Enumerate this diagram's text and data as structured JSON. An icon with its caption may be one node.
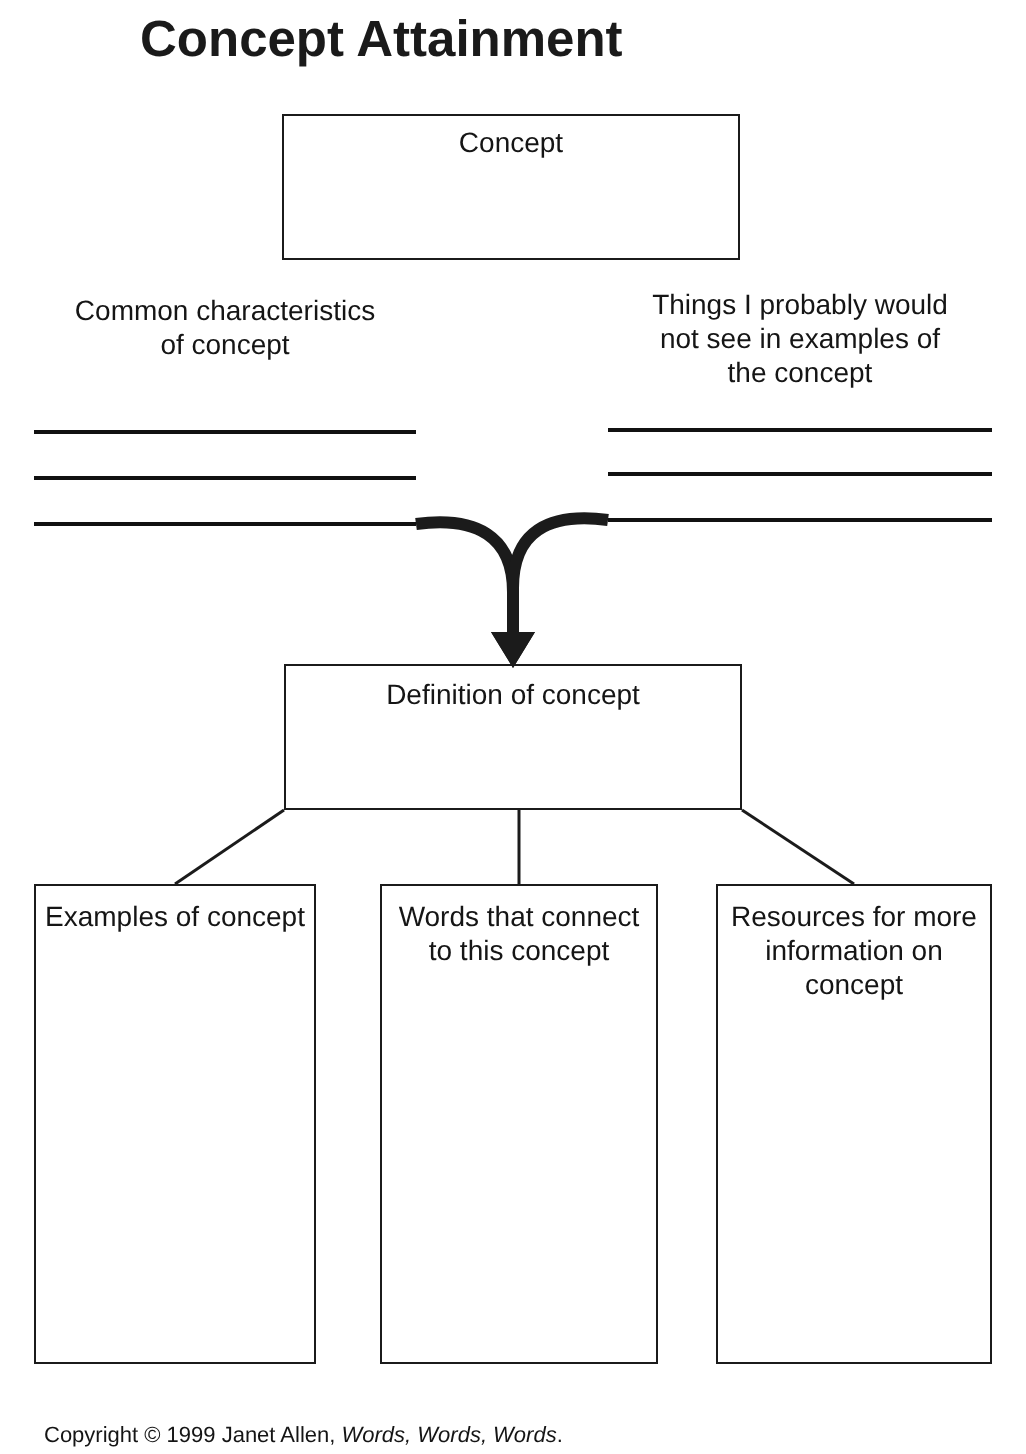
{
  "diagram": {
    "title": "Concept Attainment",
    "caption": "Copyright © 1999 Janet Allen, *Words, Words, Words*.",
    "nodes": [
      {
        "text": [
          "Concept"
        ]
      },
      {
        "text": [
          "Common characteristics of concept"
        ]
      },
      {
        "text": [
          "Things I probably would not see in examples of the concept"
        ]
      },
      {
        "text": [
          "Definition of concept"
        ]
      },
      {
        "text": [
          "Examples of concept"
        ]
      },
      {
        "text": [
          "Words that connect to this concept"
        ]
      },
      {
        "text": [
          "Resources for more information on concept"
        ]
      }
    ],
    "edges": [
      {
        "from": 1,
        "to": 3,
        "arrow": "to",
        "style": "thick"
      },
      {
        "from": 2,
        "to": 3,
        "arrow": "to",
        "style": "thick"
      },
      {
        "from": 3,
        "to": 4,
        "arrow": "none"
      },
      {
        "from": 3,
        "to": 5,
        "arrow": "none"
      },
      {
        "from": 3,
        "to": 6,
        "arrow": "none"
      }
    ]
  }
}
